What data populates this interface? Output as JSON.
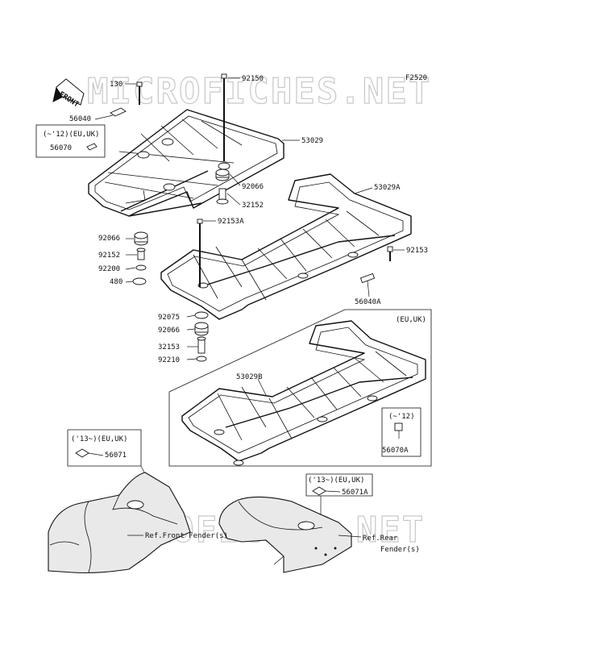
{
  "figure_code": "F2520",
  "watermark": "MICROFICHES.NET",
  "front_arrow": "FRONT",
  "labels": {
    "p130": "130",
    "p92150": "92150",
    "p56040": "56040",
    "note_front_variant": "(~'12)(EU,UK)",
    "p56070": "56070",
    "p53029": "53029",
    "p92066_top": "92066",
    "p32152": "32152",
    "p53029A": "53029A",
    "p92153A": "92153A",
    "p92066_mid": "92066",
    "p92153": "92153",
    "p92152": "92152",
    "p92200": "92200",
    "p480": "480",
    "p56040A": "56040A",
    "p92075": "92075",
    "p92066_low": "92066",
    "note_eu_uk": "(EU,UK)",
    "p32153": "32153",
    "p92210": "92210",
    "p53029B": "53029B",
    "note_up_to_12": "(~'12)",
    "p56070A": "56070A",
    "note_13_front": "('13~)(EU,UK)",
    "p56071": "56071",
    "note_13_rear": "('13~)(EU,UK)",
    "p56071A": "56071A",
    "ref_front": "Ref.Front Fender(s)",
    "ref_rear_1": "Ref.Rear",
    "ref_rear_2": "Fender(s)"
  }
}
